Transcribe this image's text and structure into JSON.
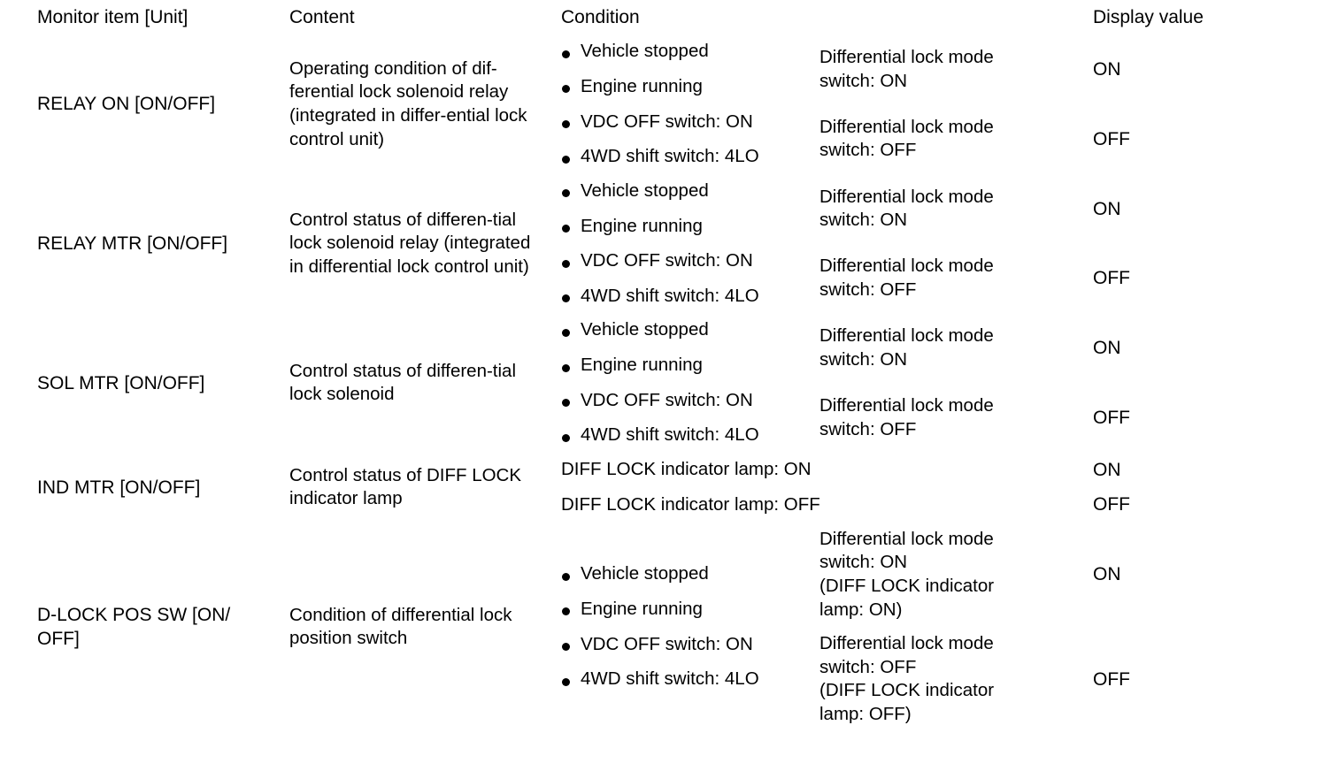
{
  "table": {
    "headers": {
      "monitor_item": "Monitor item [Unit]",
      "content": "Content",
      "condition": "Condition",
      "display_value": "Display value"
    },
    "common_conditions": [
      "Vehicle stopped",
      "Engine running",
      "VDC OFF switch: ON",
      "4WD shift switch: 4LO"
    ],
    "rows": [
      {
        "item": "RELAY ON [ON/OFF]",
        "content": "Operating condition of dif-ferential lock solenoid relay (integrated in differ-ential lock control unit)",
        "sub_rows": [
          {
            "condition_lines": [
              "Differential lock mode",
              "switch:  ON"
            ],
            "display_value": "ON"
          },
          {
            "condition_lines": [
              "Differential lock mode",
              "switch:  OFF"
            ],
            "display_value": "OFF"
          }
        ]
      },
      {
        "item": "RELAY MTR [ON/OFF]",
        "content": "Control status of differen-tial lock solenoid relay (integrated in differential lock control unit)",
        "sub_rows": [
          {
            "condition_lines": [
              "Differential lock mode",
              "switch:  ON"
            ],
            "display_value": "ON"
          },
          {
            "condition_lines": [
              "Differential lock mode",
              "switch:  OFF"
            ],
            "display_value": "OFF"
          }
        ]
      },
      {
        "item": "SOL MTR [ON/OFF]",
        "content": "Control status of differen-tial lock solenoid",
        "sub_rows": [
          {
            "condition_lines": [
              "Differential lock mode",
              "switch:  ON"
            ],
            "display_value": "ON"
          },
          {
            "condition_lines": [
              "Differential lock mode",
              "switch:  OFF"
            ],
            "display_value": "OFF"
          }
        ]
      },
      {
        "item": "IND MTR [ON/OFF]",
        "content": "Control status of DIFF LOCK indicator lamp",
        "full_width_conditions": true,
        "sub_rows": [
          {
            "condition_full": "DIFF LOCK indicator lamp: ON",
            "display_value": "ON"
          },
          {
            "condition_full": "DIFF LOCK indicator lamp: OFF",
            "display_value": "OFF"
          }
        ]
      },
      {
        "item": "D-LOCK POS SW [ON/ OFF]",
        "content": "Condition of differential lock position switch",
        "sub_rows": [
          {
            "condition_lines": [
              "Differential lock mode",
              "switch:  ON",
              "(DIFF LOCK indicator",
              "lamp: ON)"
            ],
            "display_value": "ON"
          },
          {
            "condition_lines": [
              "Differential lock mode",
              "switch:  OFF",
              "(DIFF LOCK indicator",
              "lamp: OFF)"
            ],
            "display_value": "OFF"
          }
        ]
      }
    ]
  }
}
